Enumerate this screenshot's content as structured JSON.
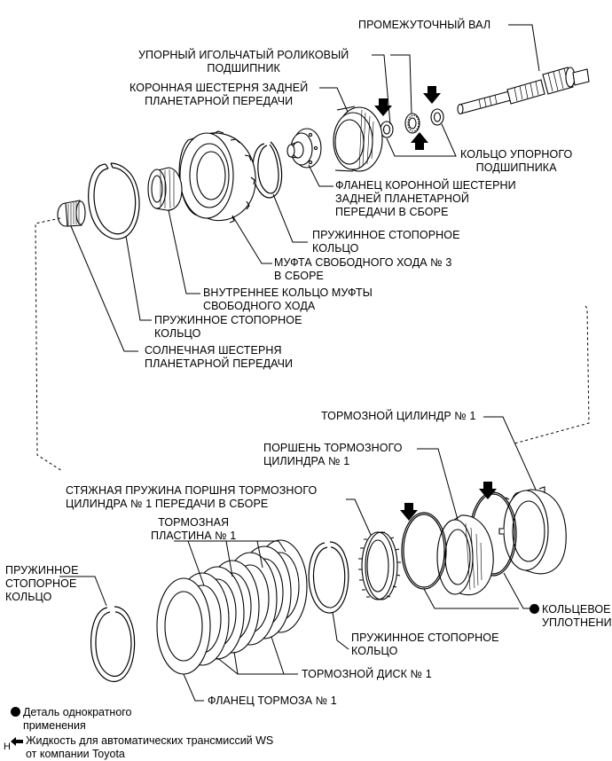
{
  "labels": {
    "intermediate_shaft": "ПРОМЕЖУТОЧНЫЙ ВАЛ",
    "thrust_needle_bearing": "УПОРНЫЙ ИГОЛЬЧАТЫЙ РОЛИКОВЫЙ\nПОДШИПНИК",
    "rear_ring_gear": "КОРОННАЯ ШЕСТЕРНЯ ЗАДНЕЙ\nПЛАНЕТАРНОЙ ПЕРЕДАЧИ",
    "thrust_bearing_race": "КОЛЬЦО УПОРНОГО\nПОДШИПНИКА",
    "ring_gear_flange": "ФЛАНЕЦ КОРОННОЙ ШЕСТЕРНИ\nЗАДНЕЙ ПЛАНЕТАРНОЙ\nПЕРЕДАЧИ В СБОРЕ",
    "snap_ring_top": "ПРУЖИННОЕ СТОПОРНОЕ\nКОЛЬЦО",
    "one_way_clutch": "МУФТА СВОБОДНОГО ХОДА № 3\nВ СБОРЕ",
    "clutch_inner_race": "ВНУТРЕННЕЕ КОЛЬЦО МУФТЫ\nСВОБОДНОГО ХОДА",
    "snap_ring_mid": "ПРУЖИННОЕ СТОПОРНОЕ\nКОЛЬЦО",
    "sun_gear": "СОЛНЕЧНАЯ ШЕСТЕРНЯ\nПЛАНЕТАРНОЙ ПЕРЕДАЧИ",
    "brake_cylinder": "ТОРМОЗНОЙ ЦИЛИНДР № 1",
    "brake_piston": "ПОРШЕНЬ ТОРМОЗНОГО\nЦИЛИНДРА № 1",
    "return_spring": "СТЯЖНАЯ ПРУЖИНА ПОРШНЯ ТОРМОЗНОГО\nЦИЛИНДРА № 1 ПЕРЕДАЧИ В СБОРЕ",
    "brake_plate": "ТОРМОЗНАЯ\nПЛАСТИНА № 1",
    "snap_ring_left": "ПРУЖИННОЕ\nСТОПОРНОЕ\nКОЛЬЦО",
    "o_ring": "КОЛЬЦЕВОЕ\nУПЛОТНЕНИЕ",
    "snap_ring_bottom": "ПРУЖИННОЕ СТОПОРНОЕ\nКОЛЬЦО",
    "brake_disc": "ТОРМОЗНОЙ ДИСК № 1",
    "brake_flange": "ФЛАНЕЦ ТОРМОЗА № 1"
  },
  "legend": {
    "non_reusable": "Деталь однократного\nприменения",
    "atf": "Жидкость для автоматических трансмиссий WS\nот компании Toyota"
  },
  "page_id": "H",
  "icons": {
    "non_reusable": "filled-circle-icon",
    "atf": "black-arrow-icon"
  }
}
